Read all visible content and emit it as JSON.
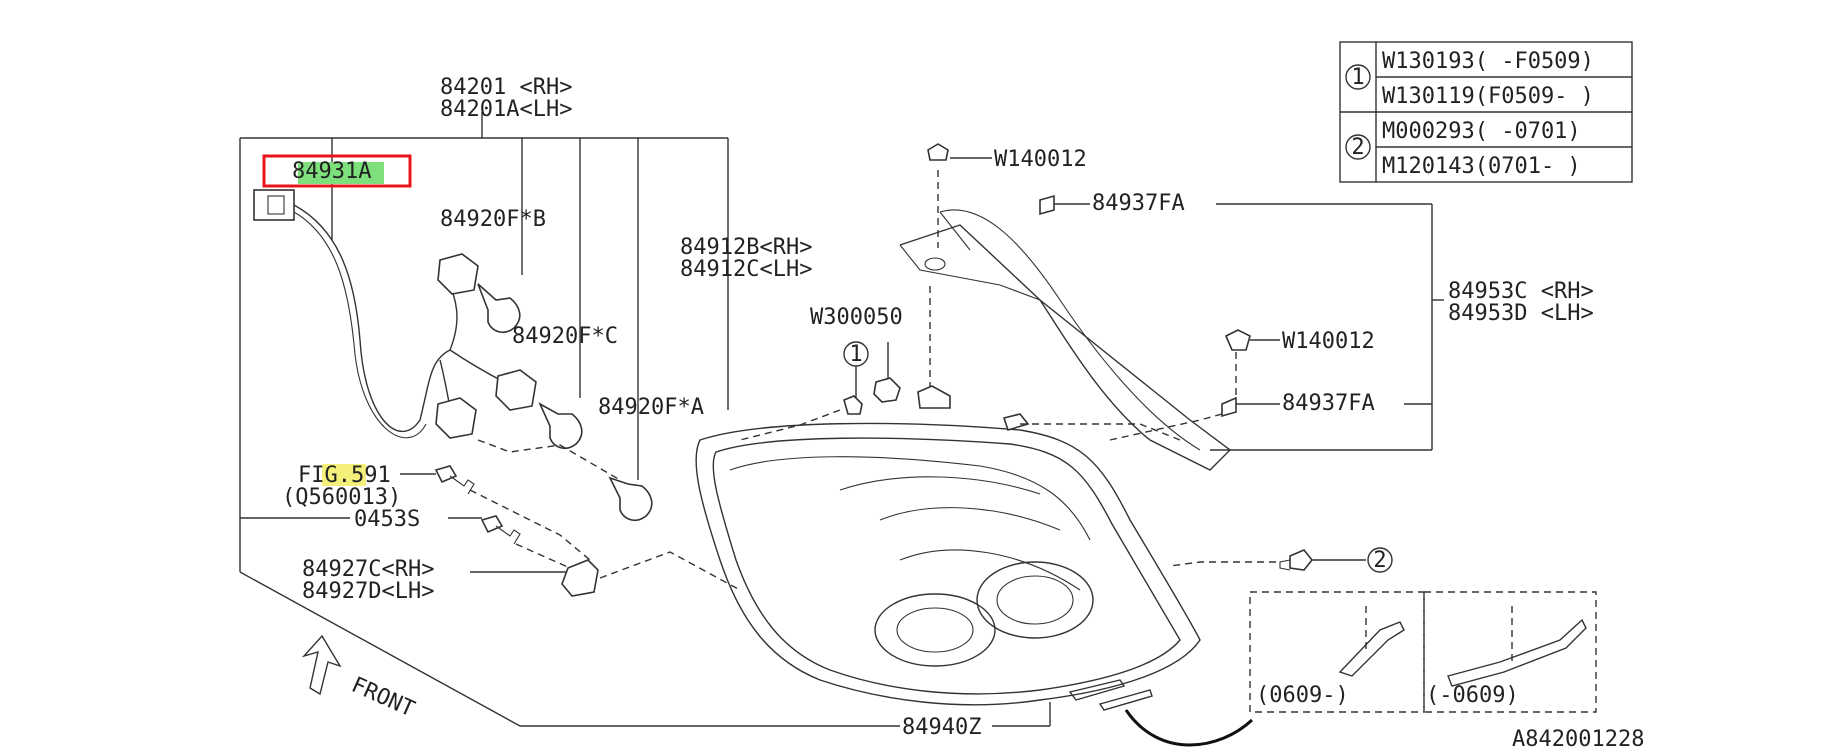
{
  "labels": {
    "harness_rh": "84201 <RH>",
    "harness_lh": "84201A<LH>",
    "socket_main": "84931A",
    "bulb_b": "84920F*B",
    "bulb_c": "84920F*C",
    "bulb_a": "84920F*A",
    "lens_rh": "84912B<RH>",
    "lens_lh": "84912C<LH>",
    "screw_w300050": "W300050",
    "clip_w140012_top": "W140012",
    "clip_84937fa_top": "84937FA",
    "bracket_rh": "84953C <RH>",
    "bracket_lh": "84953D <LH>",
    "clip_w140012_mid": "W140012",
    "clip_84937fa_mid": "84937FA",
    "fig_ref": "FIG.591",
    "fig_ref_sub": "(Q560013)",
    "screw_0453s": "0453S",
    "cover_rh": "84927C<RH>",
    "cover_lh": "84927D<LH>",
    "front": "FRONT",
    "lamp_assy": "84940Z",
    "circle_1": "1",
    "circle_2": "2",
    "variant_left": "(0609-)",
    "variant_right": "(-0609)",
    "drawing_no": "A842001228"
  },
  "legend": {
    "groups": [
      {
        "key": "1",
        "rows": [
          "W130193( -F0509)",
          "W130119(F0509- )"
        ]
      },
      {
        "key": "2",
        "rows": [
          "M000293( -0701)",
          "M120143(0701- )"
        ]
      }
    ]
  },
  "highlight": {
    "box_color": "#e8141c",
    "green_marker": "#7de07d",
    "yellow_marker": "#f5f07a",
    "boxed_label": "84931A"
  }
}
